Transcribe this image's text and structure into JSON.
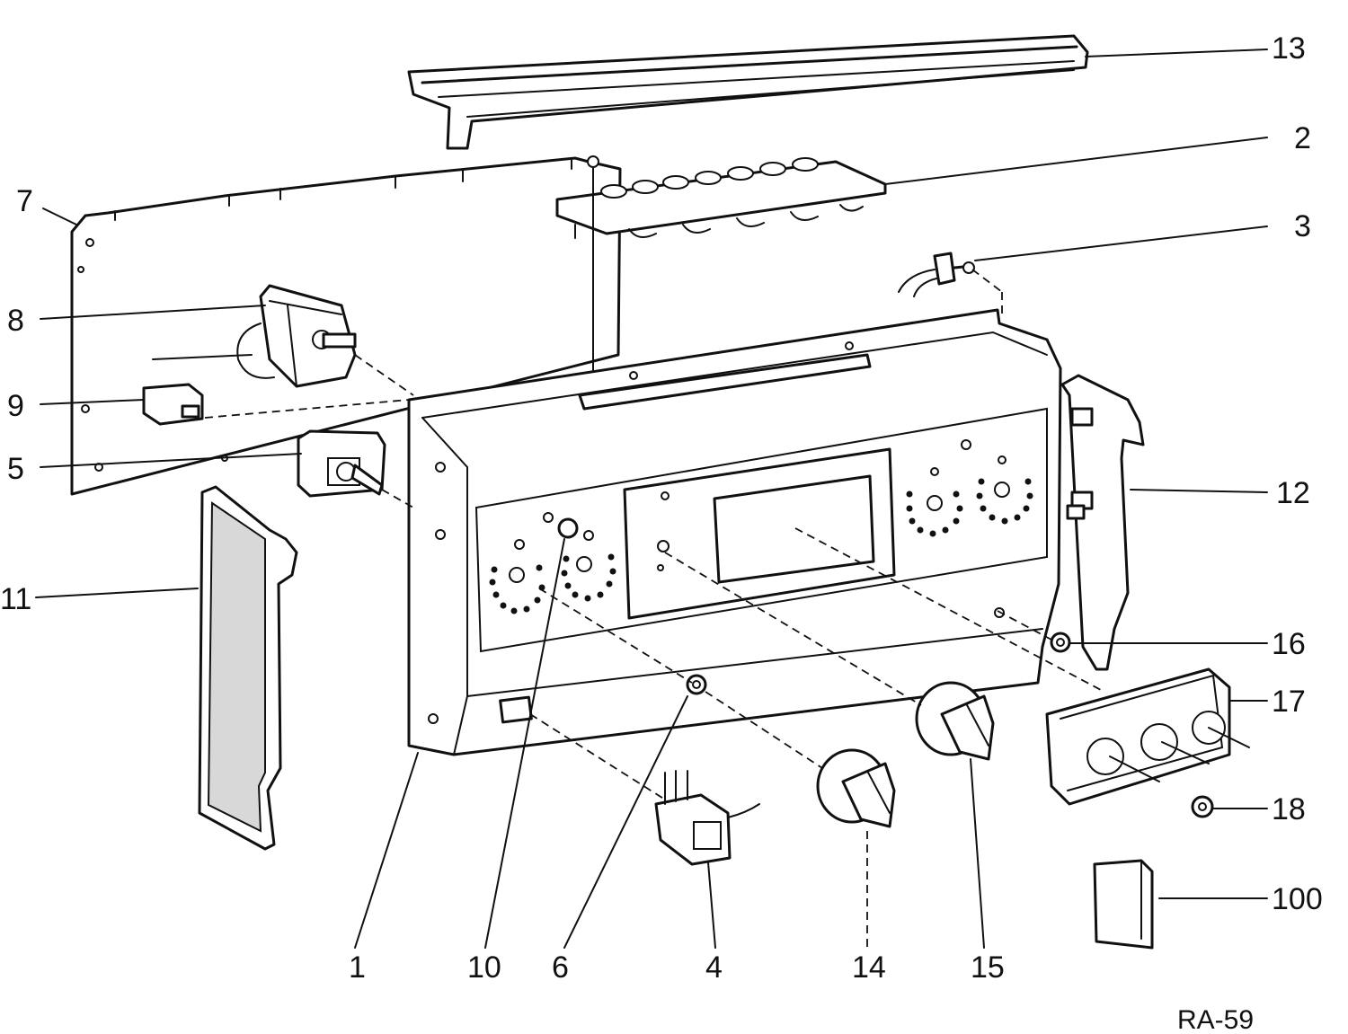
{
  "diagram": {
    "reference_code": "RA-59",
    "part_labels": {
      "p1": "1",
      "p2": "2",
      "p3": "3",
      "p4": "4",
      "p5": "5",
      "p6": "6",
      "p7": "7",
      "p8": "8",
      "p9": "9",
      "p10": "10",
      "p11": "11",
      "p12": "12",
      "p13": "13",
      "p14": "14",
      "p15": "15",
      "p16": "16",
      "p17": "17",
      "p18": "18",
      "p100": "100"
    }
  }
}
